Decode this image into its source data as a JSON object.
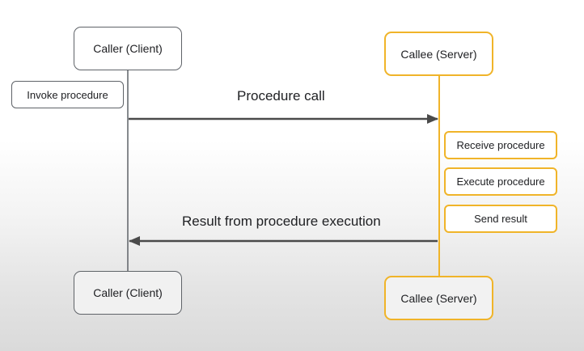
{
  "diagram": {
    "client": {
      "top_label": "Caller (Client)",
      "bottom_label": "Caller (Client)"
    },
    "server": {
      "top_label": "Callee (Server)",
      "bottom_label": "Callee (Server)"
    },
    "client_steps": [
      {
        "label": "Invoke procedure"
      }
    ],
    "server_steps": [
      {
        "label": "Receive procedure"
      },
      {
        "label": "Execute procedure"
      },
      {
        "label": "Send result"
      }
    ],
    "messages": [
      {
        "label": "Procedure call",
        "direction": "client-to-server"
      },
      {
        "label": "Result from procedure execution",
        "direction": "server-to-client"
      }
    ],
    "colors": {
      "client_border": "#5f6368",
      "server_border": "#f0b429",
      "arrow": "#4a4a4a",
      "text": "#202124"
    }
  }
}
